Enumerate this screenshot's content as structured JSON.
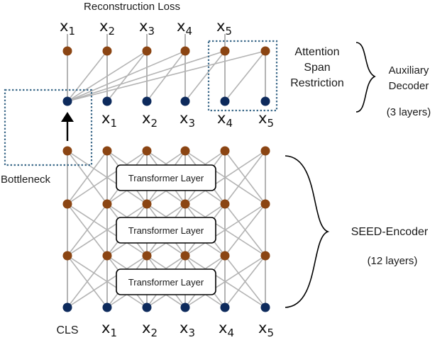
{
  "title": "Reconstruction Loss",
  "decoder_targets": [
    "x",
    "x",
    "x",
    "x",
    "x"
  ],
  "decoder_target_subs": [
    "1",
    "2",
    "3",
    "4",
    "5"
  ],
  "bottleneck_label": "Bottleneck",
  "attention_label_lines": [
    "Attention",
    "Span",
    "Restriction"
  ],
  "auxiliary_label_lines": [
    "Auxiliary",
    "Decoder"
  ],
  "auxiliary_layers": "(3 layers)",
  "decoder_inputs": [
    "x",
    "x",
    "x",
    "x",
    "x"
  ],
  "decoder_input_subs": [
    "1",
    "2",
    "3",
    "4",
    "5"
  ],
  "transformer_labels": [
    "Transformer Layer",
    "Transformer Layer",
    "Transformer Layer"
  ],
  "encoder_label": "SEED-Encoder",
  "encoder_layers": "(12 layers)",
  "input_cls": "CLS",
  "encoder_inputs": [
    "x",
    "x",
    "x",
    "x",
    "x"
  ],
  "encoder_input_subs": [
    "1",
    "2",
    "3",
    "4",
    "5"
  ],
  "colors": {
    "hidden_node": "#8b4513",
    "input_node": "#0d2a5c",
    "edge": "#b3b3b3",
    "dotted_box": "#3d6a8a"
  }
}
